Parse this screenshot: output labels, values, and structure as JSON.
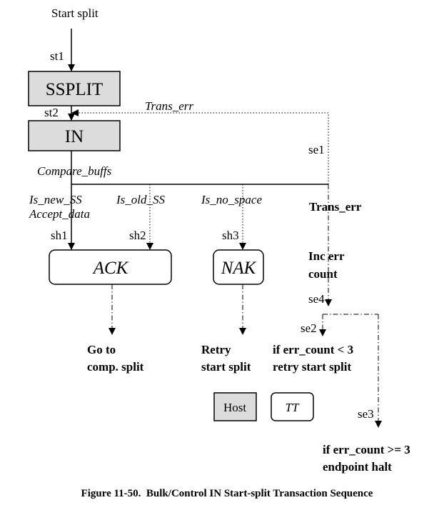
{
  "labels": {
    "start_split": "Start split",
    "st1": "st1",
    "st2": "st2",
    "trans_err_top": "Trans_err",
    "se1": "se1",
    "compare_buffs": "Compare_buffs",
    "is_new_ss": "Is_new_SS",
    "accept_data": "Accept_data",
    "is_old_ss": "Is_old_SS",
    "is_no_space": "Is_no_space",
    "trans_err_right": "Trans_err",
    "sh1": "sh1",
    "sh2": "sh2",
    "sh3": "sh3",
    "inc_err_1": "Inc err",
    "inc_err_2": "count",
    "se4": "se4",
    "se2": "se2",
    "se3": "se3",
    "goto_1": "Go to",
    "goto_2": "comp. split",
    "retry_1": "Retry",
    "retry_2": "start split",
    "errlt_1": "if err_count < 3",
    "errlt_2": "retry start split",
    "errge_1": "if err_count >= 3",
    "errge_2": "endpoint halt"
  },
  "states": {
    "ssplit": "SSPLIT",
    "in": "IN",
    "ack": "ACK",
    "nak": "NAK"
  },
  "legend": {
    "host": "Host",
    "tt": "TT"
  },
  "caption": "Figure 11-50.  Bulk/Control IN Start-split Transaction Sequence"
}
